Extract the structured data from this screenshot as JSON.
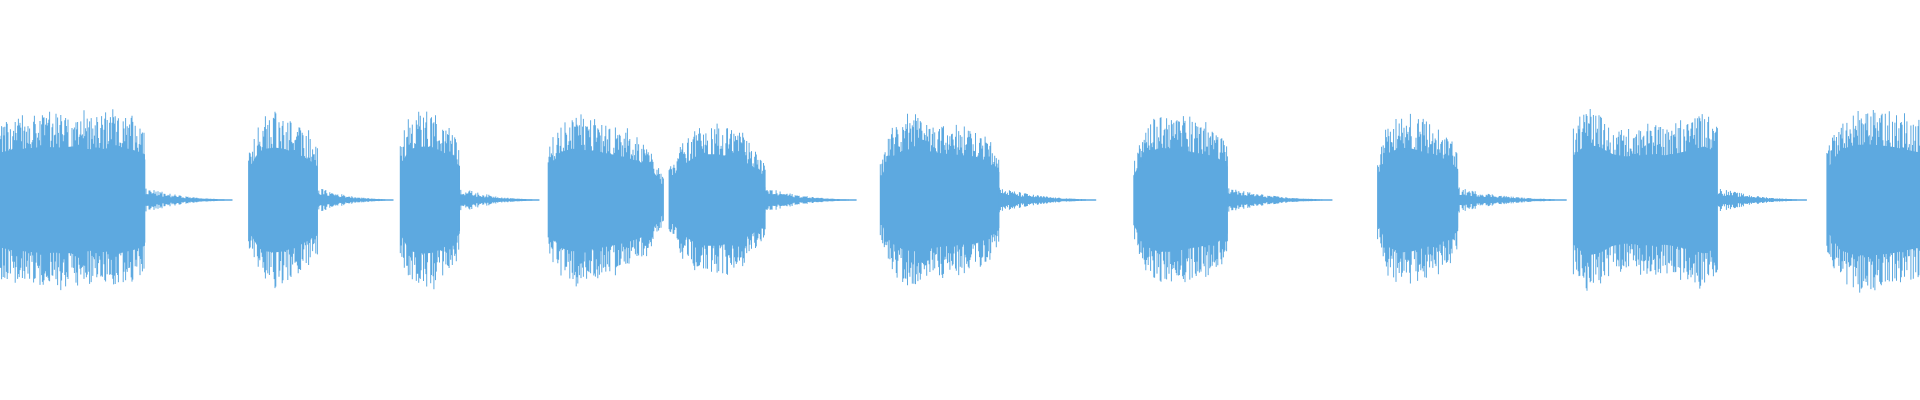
{
  "waveform": {
    "color": "#5DA9E0",
    "icon": "audio-waveform",
    "segments": [
      {
        "name": "burst-1",
        "start": 0.0,
        "end": 0.0755,
        "envelope": [
          0.85,
          0.9,
          0.92,
          0.94,
          0.95,
          0.94,
          0.96,
          0.92,
          0.9,
          0.93,
          0.95,
          0.9,
          0.82
        ]
      },
      {
        "name": "burst-2",
        "start": 0.1295,
        "end": 0.1655,
        "envelope": [
          0.55,
          0.82,
          0.92,
          0.94,
          0.92,
          0.87,
          0.8,
          0.72,
          0.6
        ]
      },
      {
        "name": "burst-3",
        "start": 0.2085,
        "end": 0.2395,
        "envelope": [
          0.6,
          0.9,
          0.95,
          0.96,
          0.94,
          0.86,
          0.76,
          0.6
        ]
      },
      {
        "name": "burst-4a",
        "start": 0.2855,
        "end": 0.3455,
        "envelope": [
          0.55,
          0.85,
          0.92,
          0.9,
          0.88,
          0.84,
          0.8,
          0.75,
          0.68,
          0.55,
          0.25
        ]
      },
      {
        "name": "burst-4b",
        "start": 0.3485,
        "end": 0.3985,
        "envelope": [
          0.35,
          0.6,
          0.75,
          0.82,
          0.82,
          0.78,
          0.72,
          0.6,
          0.4
        ]
      },
      {
        "name": "burst-5",
        "start": 0.4585,
        "end": 0.5205,
        "envelope": [
          0.4,
          0.78,
          0.9,
          0.92,
          0.88,
          0.84,
          0.82,
          0.8,
          0.78,
          0.7,
          0.5
        ]
      },
      {
        "name": "burst-6",
        "start": 0.5905,
        "end": 0.6395,
        "envelope": [
          0.45,
          0.82,
          0.92,
          0.93,
          0.9,
          0.86,
          0.82,
          0.78,
          0.6
        ]
      },
      {
        "name": "burst-7",
        "start": 0.7175,
        "end": 0.7595,
        "envelope": [
          0.45,
          0.85,
          0.94,
          0.92,
          0.86,
          0.8,
          0.72,
          0.55
        ]
      },
      {
        "name": "burst-8",
        "start": 0.8195,
        "end": 0.8945,
        "envelope": [
          0.8,
          1.0,
          0.95,
          0.82,
          0.78,
          0.8,
          0.82,
          0.8,
          0.84,
          0.9,
          0.96,
          0.85
        ]
      },
      {
        "name": "burst-9",
        "start": 0.9515,
        "end": 1.0,
        "envelope": [
          0.55,
          0.9,
          0.98,
          1.0,
          0.98,
          0.95,
          0.9,
          0.85
        ]
      }
    ],
    "tails": [
      {
        "start": 0.0755,
        "end": 0.121
      },
      {
        "start": 0.1655,
        "end": 0.205
      },
      {
        "start": 0.2395,
        "end": 0.281
      },
      {
        "start": 0.3985,
        "end": 0.446
      },
      {
        "start": 0.5205,
        "end": 0.571
      },
      {
        "start": 0.6395,
        "end": 0.694
      },
      {
        "start": 0.7595,
        "end": 0.816
      },
      {
        "start": 0.8945,
        "end": 0.941
      }
    ]
  }
}
